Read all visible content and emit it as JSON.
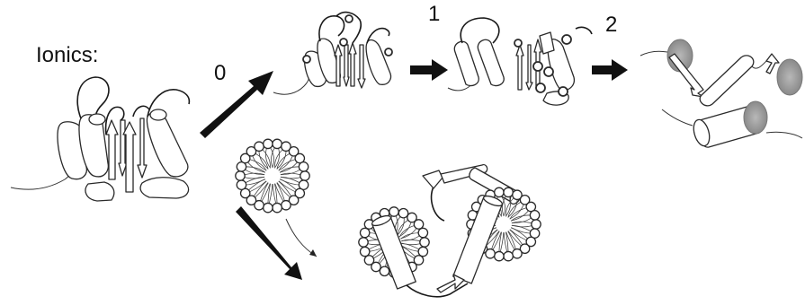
{
  "figure": {
    "title": "Ionics:",
    "step_labels": [
      "0",
      "1",
      "2"
    ]
  },
  "colors": {
    "outline": "#2a2a2a",
    "arrow": "#111111",
    "disk": "#9c9c9c",
    "background": "#ffffff"
  }
}
